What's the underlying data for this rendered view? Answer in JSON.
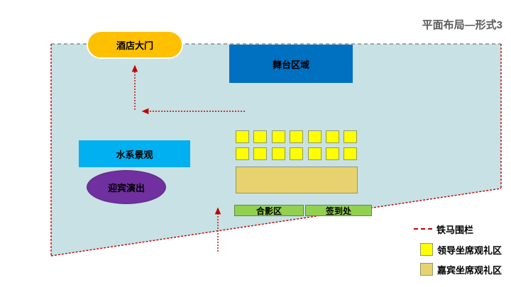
{
  "title": "平面布局—形式3",
  "zones": {
    "gate": "酒店大门",
    "stage": "舞台区域",
    "water": "水系景观",
    "performance": "迎宾演出",
    "photo_area": "合影区",
    "signin": "签到处"
  },
  "seating": {
    "leader": {
      "rows": 2,
      "cols": 7
    }
  },
  "legend": [
    {
      "label": "铁马围栏",
      "type": "dashed-red-line"
    },
    {
      "label": "领导坐席观礼区",
      "type": "yellow-square"
    },
    {
      "label": "嘉宾坐席观礼区",
      "type": "khaki-square"
    }
  ],
  "colors": {
    "venue_fill": "#c8e1e4",
    "boundary_dash": "#8c8c8c",
    "barrier_red": "#C00000",
    "gate_fill": "#FFC000",
    "stage_fill": "#0070C0",
    "water_fill": "#00B0F0",
    "performance_fill": "#7030A0",
    "leader_seat_fill": "#FFFF00",
    "guest_seat_fill": "#E8D270",
    "service_bar_fill": "#92D050",
    "title_text": "#595959"
  }
}
